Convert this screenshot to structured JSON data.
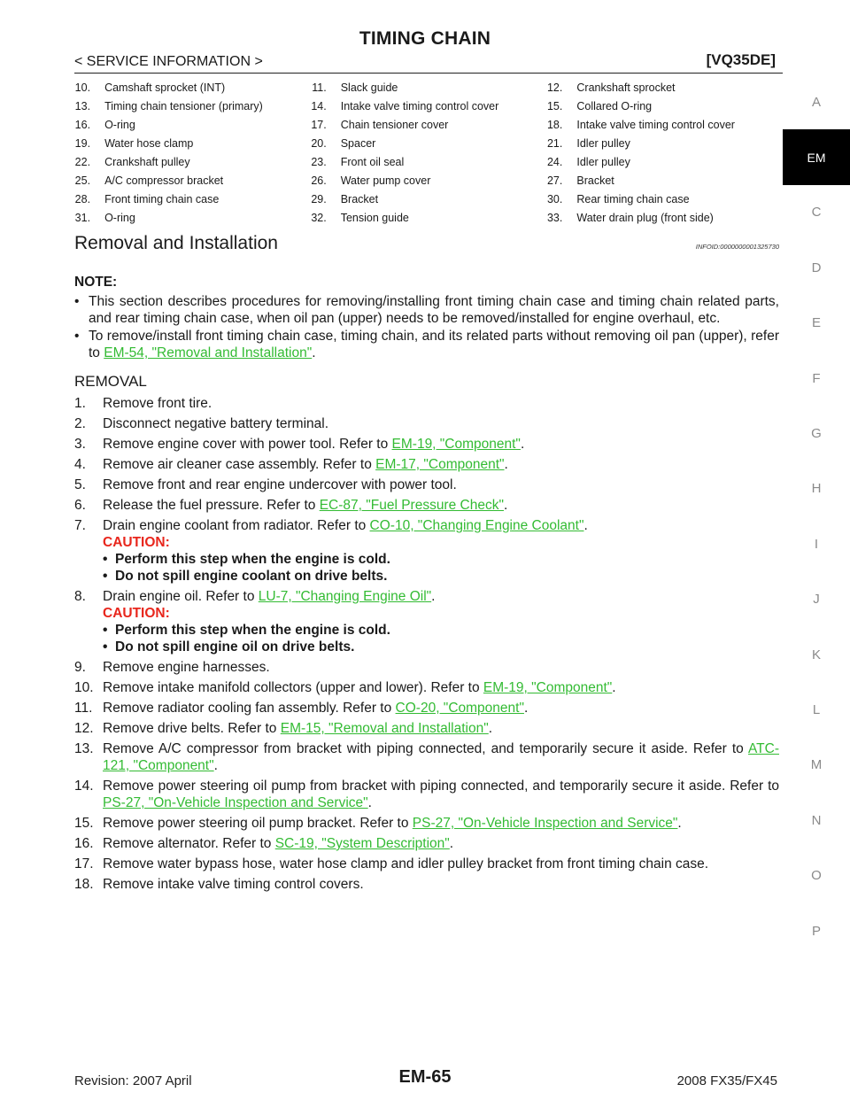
{
  "header": {
    "title": "TIMING CHAIN",
    "left": "< SERVICE INFORMATION >",
    "right": "[VQ35DE]"
  },
  "side_index": [
    "A",
    "EM",
    "C",
    "D",
    "E",
    "F",
    "G",
    "H",
    "I",
    "J",
    "K",
    "L",
    "M",
    "N",
    "O",
    "P"
  ],
  "components": [
    [
      [
        "10.",
        "Camshaft sprocket (INT)"
      ],
      [
        "11.",
        "Slack guide"
      ],
      [
        "12.",
        "Crankshaft sprocket"
      ]
    ],
    [
      [
        "13.",
        "Timing chain tensioner (primary)"
      ],
      [
        "14.",
        "Intake valve timing control cover"
      ],
      [
        "15.",
        "Collared O-ring"
      ]
    ],
    [
      [
        "16.",
        "O-ring"
      ],
      [
        "17.",
        "Chain tensioner cover"
      ],
      [
        "18.",
        "Intake valve timing control cover"
      ]
    ],
    [
      [
        "19.",
        "Water hose clamp"
      ],
      [
        "20.",
        "Spacer"
      ],
      [
        "21.",
        "Idler pulley"
      ]
    ],
    [
      [
        "22.",
        "Crankshaft pulley"
      ],
      [
        "23.",
        "Front oil seal"
      ],
      [
        "24.",
        "Idler pulley"
      ]
    ],
    [
      [
        "25.",
        "A/C compressor bracket"
      ],
      [
        "26.",
        "Water pump cover"
      ],
      [
        "27.",
        "Bracket"
      ]
    ],
    [
      [
        "28.",
        "Front timing chain case"
      ],
      [
        "29.",
        "Bracket"
      ],
      [
        "30.",
        "Rear timing chain case"
      ]
    ],
    [
      [
        "31.",
        "O-ring"
      ],
      [
        "32.",
        "Tension guide"
      ],
      [
        "33.",
        "Water drain plug (front side)"
      ]
    ]
  ],
  "section": {
    "title": "Removal and Installation",
    "infoid": "INFOID:0000000001325730",
    "note_label": "NOTE:",
    "note1": "This section describes procedures for removing/installing front timing chain case and timing chain related parts, and rear timing chain case, when oil pan (upper) needs to be removed/installed for engine overhaul, etc.",
    "note2_pre": "To remove/install front timing chain case, timing chain, and its related parts without removing oil pan (upper), refer to ",
    "note2_link": "EM-54, \"Removal and Installation\"",
    "note2_post": ".",
    "removal_label": "REMOVAL"
  },
  "steps": [
    {
      "n": "1.",
      "text": "Remove front tire."
    },
    {
      "n": "2.",
      "text": "Disconnect negative battery terminal."
    },
    {
      "n": "3.",
      "pre": "Remove engine cover with power tool. Refer to ",
      "link": "EM-19, \"Component\"",
      "post": "."
    },
    {
      "n": "4.",
      "pre": "Remove air cleaner case assembly. Refer to ",
      "link": "EM-17, \"Component\"",
      "post": "."
    },
    {
      "n": "5.",
      "text": "Remove front and rear engine undercover with power tool."
    },
    {
      "n": "6.",
      "pre": "Release the fuel pressure. Refer to ",
      "link": "EC-87, \"Fuel Pressure Check\"",
      "post": "."
    },
    {
      "n": "7.",
      "pre": "Drain engine coolant from radiator. Refer to ",
      "link": "CO-10, \"Changing Engine Coolant\"",
      "post": ".",
      "caution": "CAUTION:",
      "cautions": [
        "Perform this step when the engine is cold.",
        "Do not spill engine coolant on drive belts."
      ]
    },
    {
      "n": "8.",
      "pre": "Drain engine oil. Refer to ",
      "link": "LU-7, \"Changing Engine Oil\"",
      "post": ".",
      "caution": "CAUTION:",
      "cautions": [
        "Perform this step when the engine is cold.",
        "Do not spill engine oil on drive belts."
      ]
    },
    {
      "n": "9.",
      "text": "Remove engine harnesses."
    },
    {
      "n": "10.",
      "pre": "Remove intake manifold collectors (upper and lower). Refer to ",
      "link": "EM-19, \"Component\"",
      "post": "."
    },
    {
      "n": "11.",
      "pre": "Remove radiator cooling fan assembly. Refer to ",
      "link": "CO-20, \"Component\"",
      "post": "."
    },
    {
      "n": "12.",
      "pre": "Remove drive belts. Refer to ",
      "link": "EM-15, \"Removal and Installation\"",
      "post": "."
    },
    {
      "n": "13.",
      "pre": "Remove A/C compressor from bracket with piping connected, and temporarily secure it aside. Refer to ",
      "link": "ATC-121, \"Component\"",
      "post": "."
    },
    {
      "n": "14.",
      "pre": "Remove power steering oil pump from bracket with piping connected, and temporarily secure it aside. Refer to ",
      "link": "PS-27, \"On-Vehicle Inspection and Service\"",
      "post": "."
    },
    {
      "n": "15.",
      "pre": "Remove power steering oil pump bracket. Refer to ",
      "link": "PS-27, \"On-Vehicle Inspection and Service\"",
      "post": "."
    },
    {
      "n": "16.",
      "pre": "Remove alternator. Refer to ",
      "link": "SC-19, \"System Description\"",
      "post": "."
    },
    {
      "n": "17.",
      "text": "Remove water bypass hose, water hose clamp and idler pulley bracket from front timing chain case."
    },
    {
      "n": "18.",
      "text": "Remove intake valve timing control covers."
    }
  ],
  "footer": {
    "page": "EM-65",
    "left": "Revision: 2007 April",
    "right": "2008 FX35/FX45"
  },
  "colors": {
    "link": "#33bb33",
    "caution": "#e8261c",
    "active_tab": "#000000"
  }
}
